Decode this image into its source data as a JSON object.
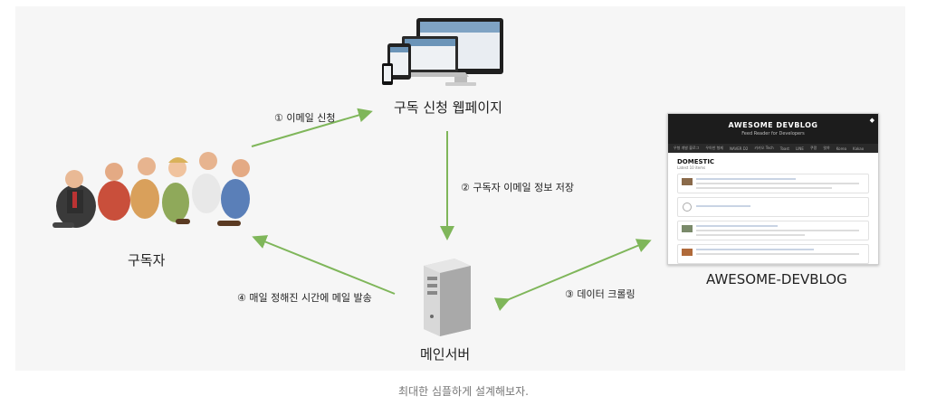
{
  "diagram": {
    "nodes": {
      "webpage": "구독 신청 웹페이지",
      "subscribers": "구독자",
      "server": "메인서버",
      "blog": "AWESOME-DEVBLOG"
    },
    "edges": {
      "e1": "① 이메일 신청",
      "e2": "② 구독자 이메일 정보 저장",
      "e3": "③ 데이터 크롤링",
      "e4": "④ 매일 정해진 시간에 메일 발송"
    },
    "edge_color": "#7fb65a"
  },
  "blog_screenshot": {
    "title": "AWESOME DEVBLOG",
    "subtitle": "Feed Reader for Developers",
    "section": "DOMESTIC",
    "latest": "Latest 10 items",
    "nav": [
      "우형 개발 블로그",
      "우아한 형제",
      "NAVER D2",
      "카카오 Tech",
      "Toast",
      "LINE",
      "쿠팡",
      "왓챠",
      "Korea",
      "Kakao"
    ]
  },
  "caption": "최대한 심플하게 설계해보자."
}
